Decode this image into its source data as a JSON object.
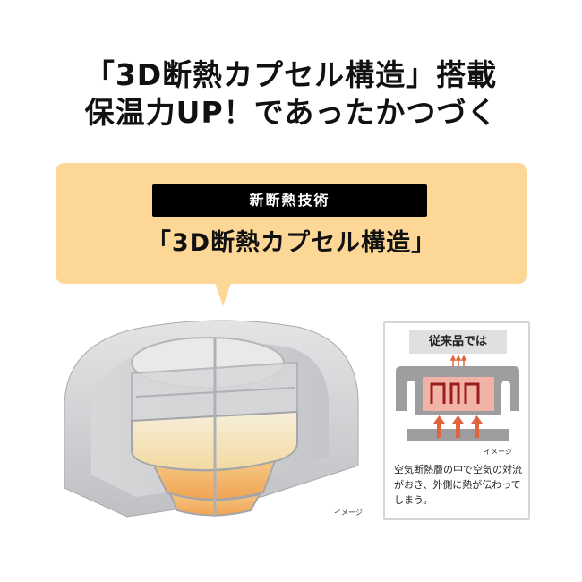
{
  "headline": {
    "line1": "「3D断熱カプセル構造」搭載",
    "line2": "保温力UP！であったかつづく",
    "highlight_color": "#fff03c"
  },
  "callout": {
    "badge": "新断熱技術",
    "title": "「3D断熱カプセル構造」",
    "background_color": "#fdd796"
  },
  "illustration": {
    "name": "3d-insulation-capsule-cutaway",
    "note": "イメージ"
  },
  "comparison": {
    "title": "従来品では",
    "diagram_note": "イメージ",
    "description": "空気断熱層の中で空気の対流がおき、外側に熱が伝わってしまう。",
    "arrow_color": "#e0643c",
    "convection_color": "#9b1c1c"
  }
}
